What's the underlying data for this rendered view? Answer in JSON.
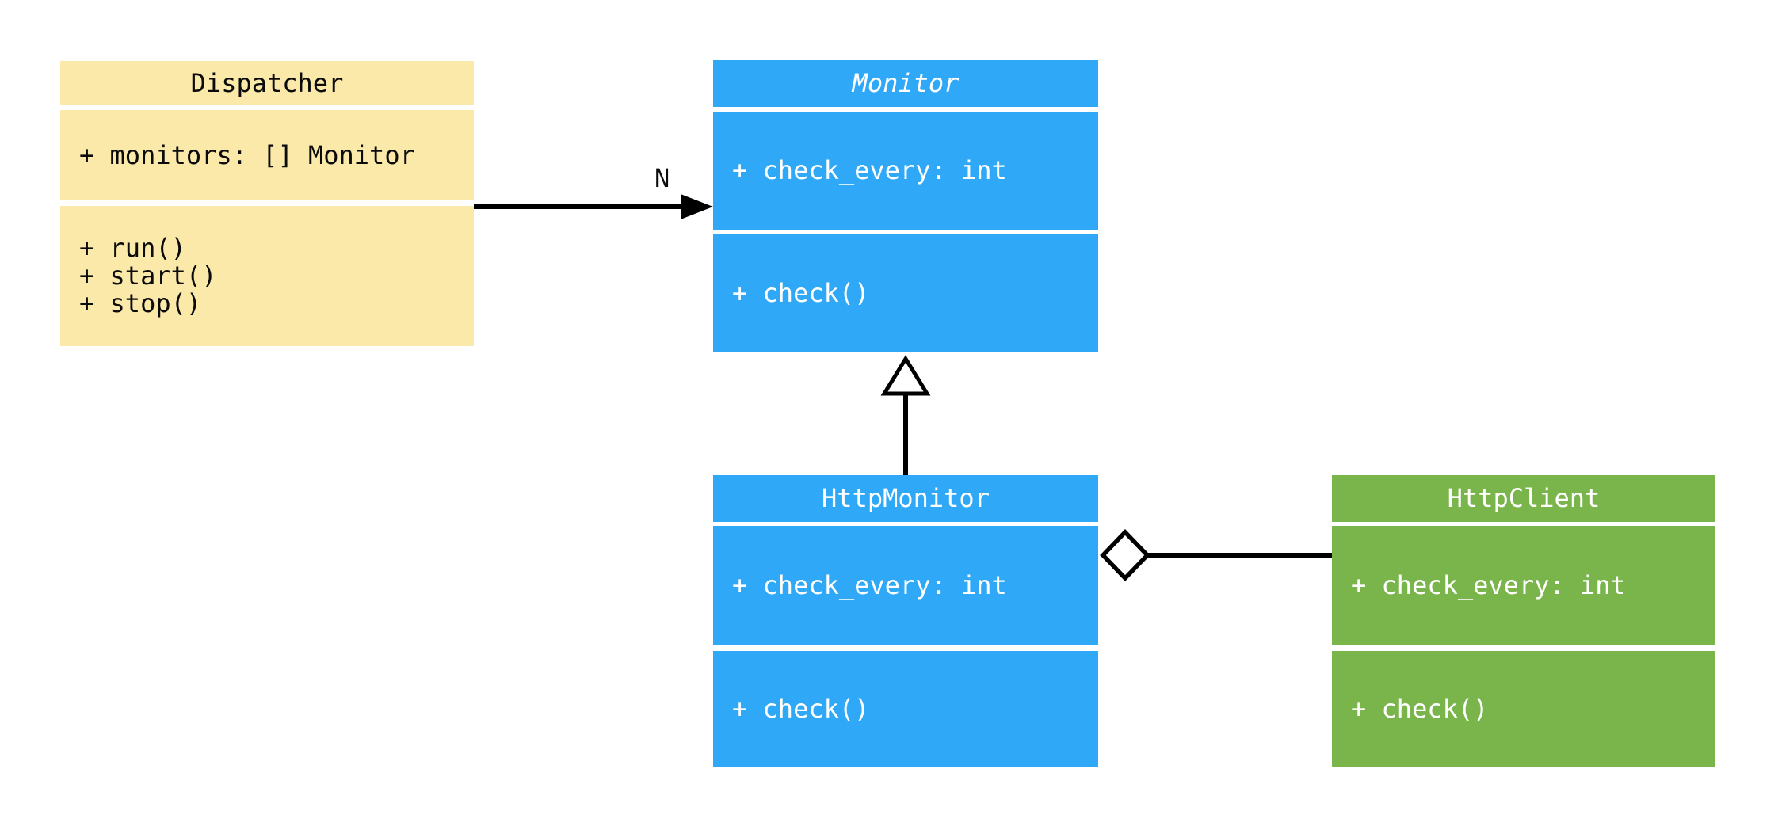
{
  "diagram": {
    "kind": "uml-class-diagram",
    "classes": [
      {
        "name": "Dispatcher",
        "abstract": false,
        "attributes": [
          "+ monitors: [] Monitor"
        ],
        "methods": [
          "+ run()",
          "+ start()",
          "+ stop()"
        ],
        "fill": "#FBE9A9",
        "text_color": "#0B0B0B"
      },
      {
        "name": "Monitor",
        "abstract": true,
        "attributes": [
          "+ check_every: int"
        ],
        "methods": [
          "+ check()"
        ],
        "fill": "#2FA8F8",
        "text_color": "#FFFFFF"
      },
      {
        "name": "HttpMonitor",
        "abstract": false,
        "attributes": [
          "+ check_every: int"
        ],
        "methods": [
          "+ check()"
        ],
        "fill": "#2FA8F8",
        "text_color": "#FFFFFF"
      },
      {
        "name": "HttpClient",
        "abstract": false,
        "attributes": [
          "+ check_every: int"
        ],
        "methods": [
          "+ check()"
        ],
        "fill": "#7AB54B",
        "text_color": "#FFFFFF"
      }
    ],
    "relations": [
      {
        "type": "association",
        "from": "Dispatcher",
        "to": "Monitor",
        "multiplicity": "N",
        "marker": "filled-arrowhead"
      },
      {
        "type": "inheritance",
        "from": "HttpMonitor",
        "to": "Monitor",
        "marker": "hollow-triangle"
      },
      {
        "type": "aggregation",
        "from": "HttpMonitor",
        "to": "HttpClient",
        "marker": "hollow-diamond"
      }
    ],
    "colors": {
      "background": "#FFFFFF",
      "line": "#000000",
      "yellow_fill": "#FBE9A9",
      "blue_fill": "#2FA8F8",
      "green_fill": "#7AB54B"
    }
  }
}
